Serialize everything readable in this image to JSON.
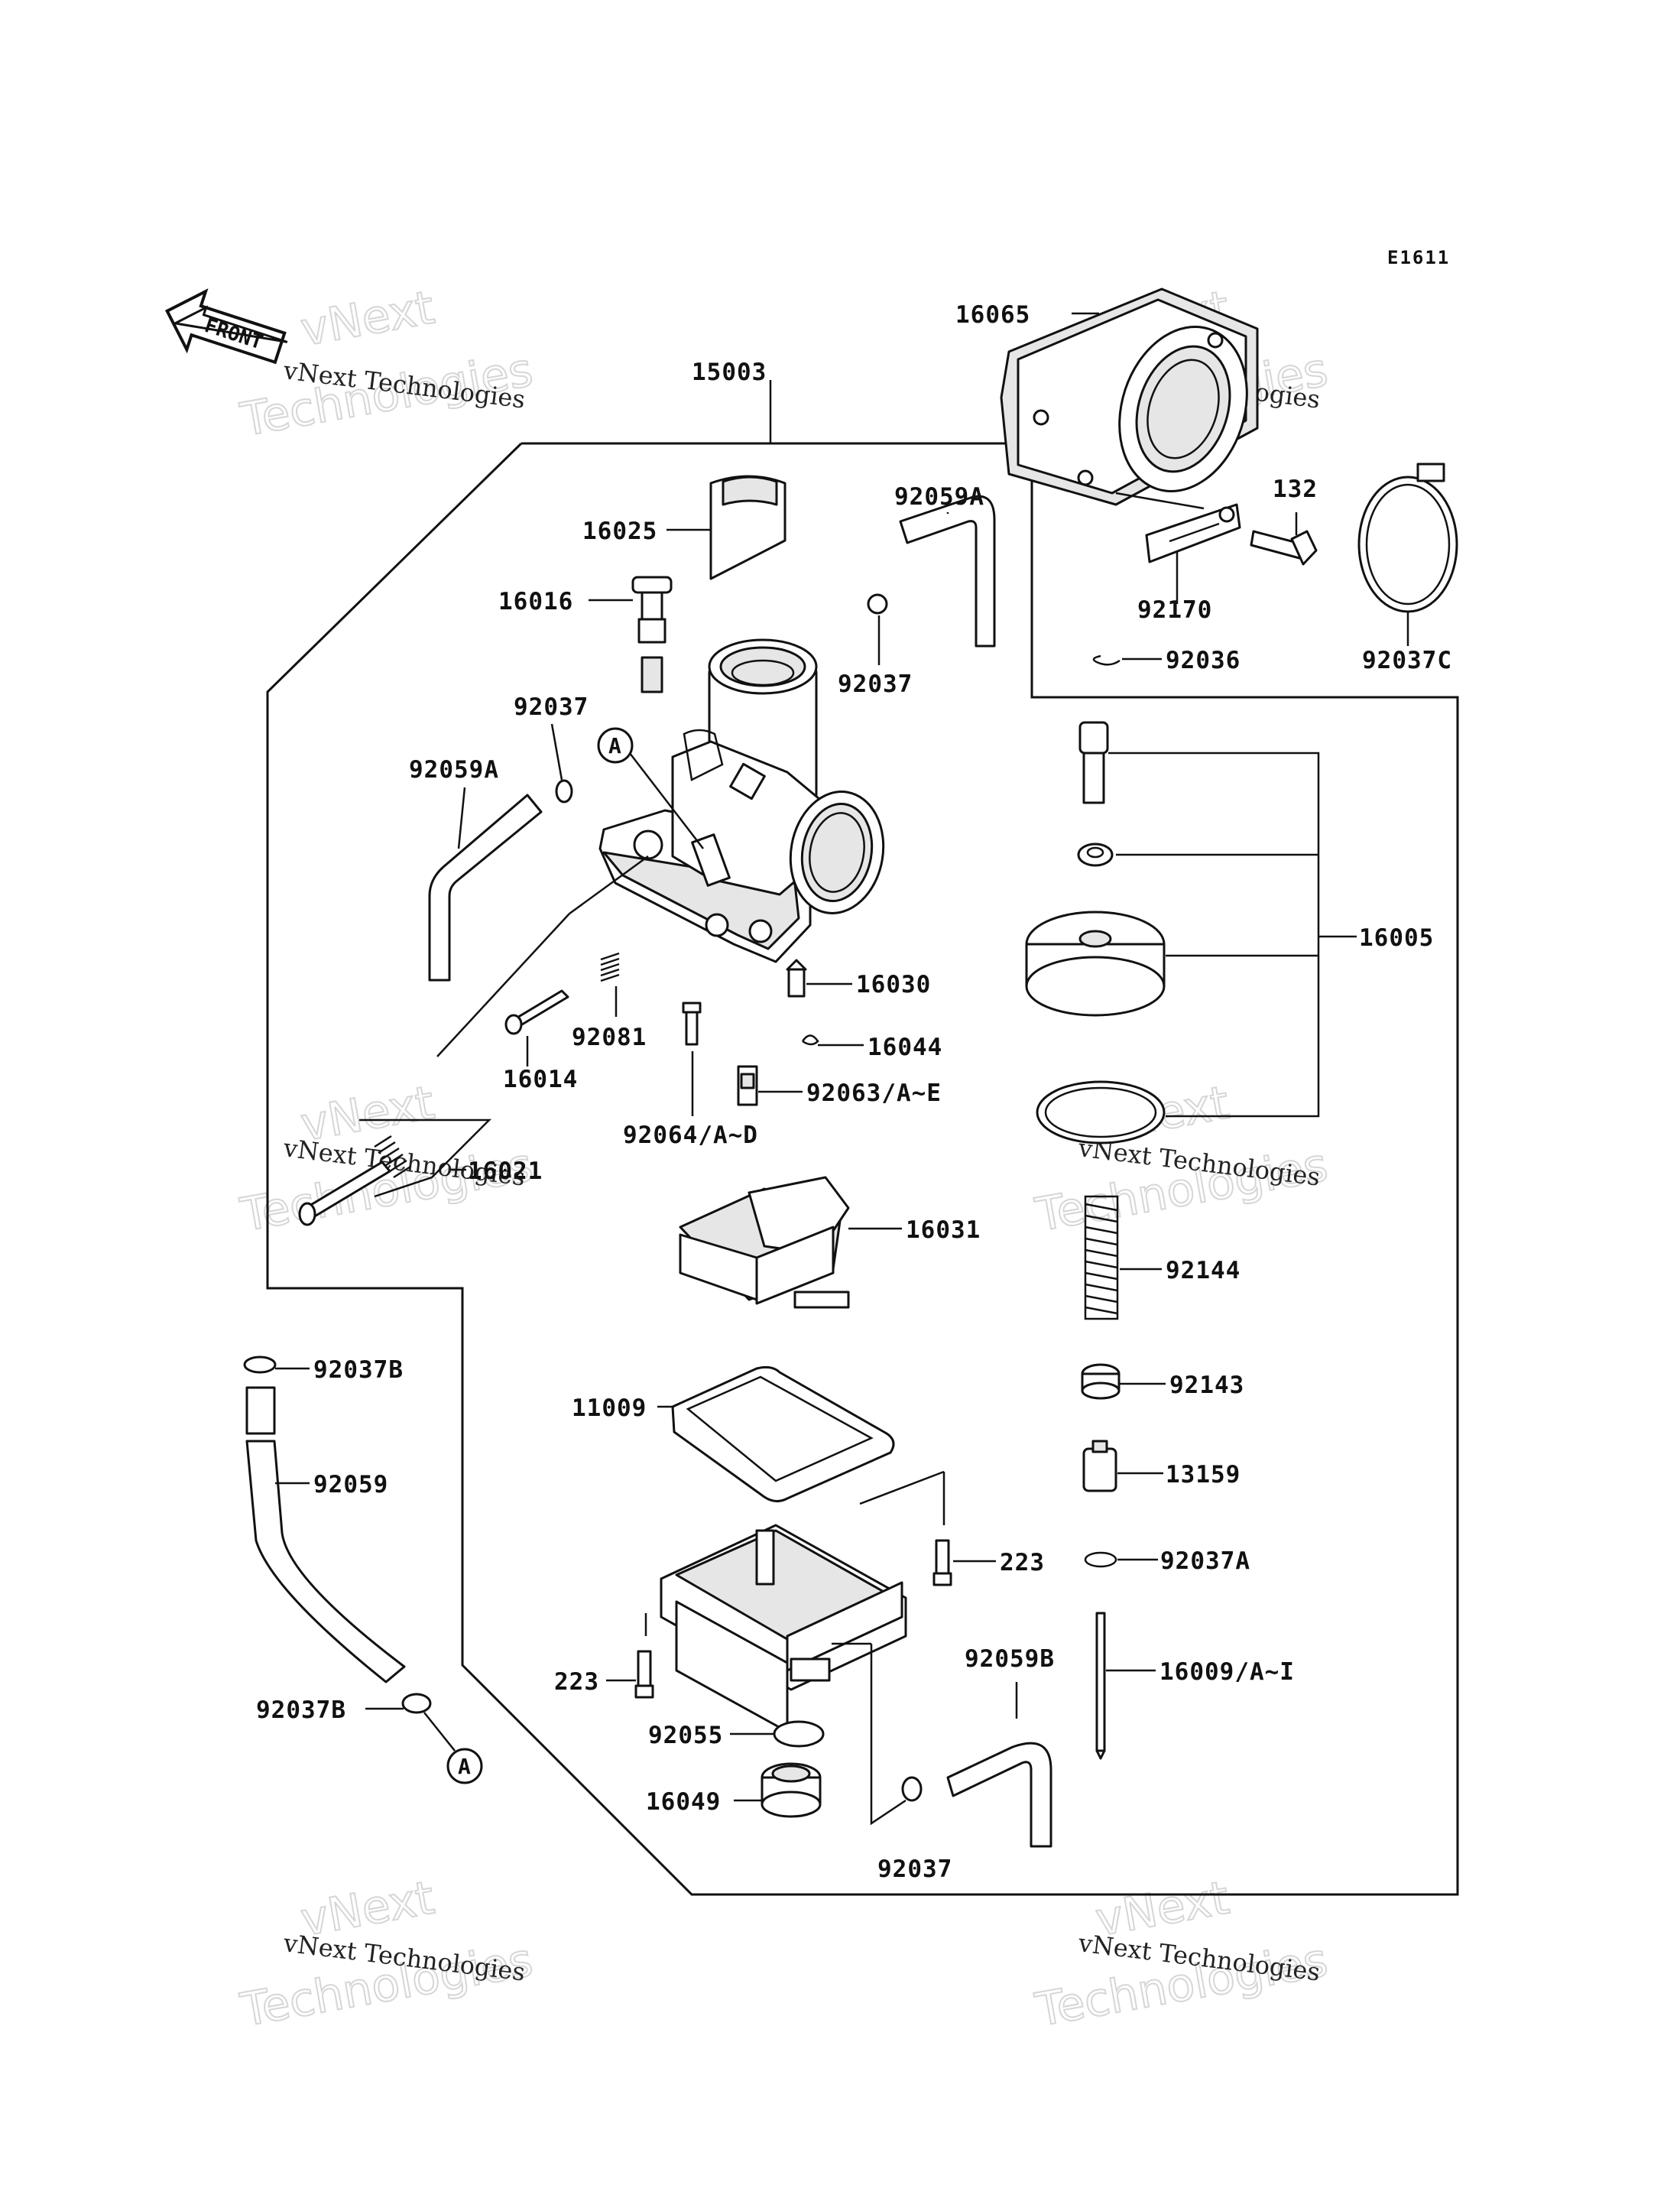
{
  "diagram": {
    "code": "E1611",
    "front_label": "FRONT",
    "circle_ref": "A",
    "labels": {
      "p15003": "15003",
      "p16065": "16065",
      "p16025": "16025",
      "p16016": "16016",
      "p92059A_top": "92059A",
      "p92037_top": "92037",
      "p92037_left": "92037",
      "p92059A_left": "92059A",
      "p132": "132",
      "p92170": "92170",
      "p92036": "92036",
      "p92037C": "92037C",
      "p16005": "16005",
      "p16030": "16030",
      "p16044": "16044",
      "p92063": "92063/A~E",
      "p92064": "92064/A~D",
      "p92081": "92081",
      "p16014": "16014",
      "p16021": "16021",
      "p16031": "16031",
      "p92144": "92144",
      "p92037B_top": "92037B",
      "p92059": "92059",
      "p11009": "11009",
      "p92143": "92143",
      "p13159": "13159",
      "p223_right": "223",
      "p92037A": "92037A",
      "p223_left": "223",
      "p92059B": "92059B",
      "p16009": "16009/A~I",
      "p92055": "92055",
      "p16049": "16049",
      "p92037_bottom": "92037",
      "p92037B_bottom": "92037B"
    }
  },
  "watermark": {
    "company": "vNext Technologies",
    "brand": "vNext",
    "word": "Technologies"
  }
}
